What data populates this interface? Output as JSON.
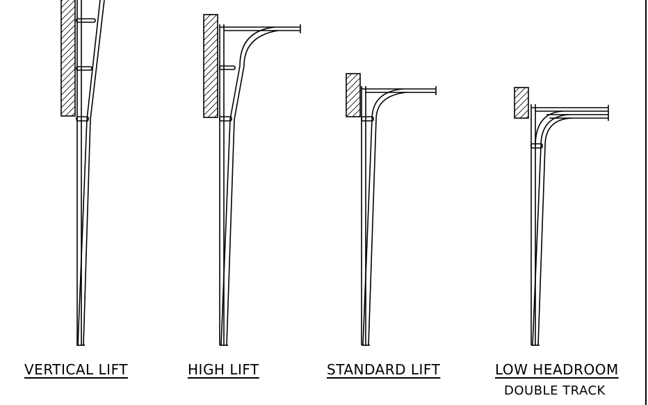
{
  "diagrams": [
    {
      "label": "VERTICAL LIFT"
    },
    {
      "label": "HIGH LIFT"
    },
    {
      "label": "STANDARD LIFT"
    },
    {
      "label": "LOW HEADROOM",
      "sublabel": "DOUBLE TRACK"
    }
  ]
}
